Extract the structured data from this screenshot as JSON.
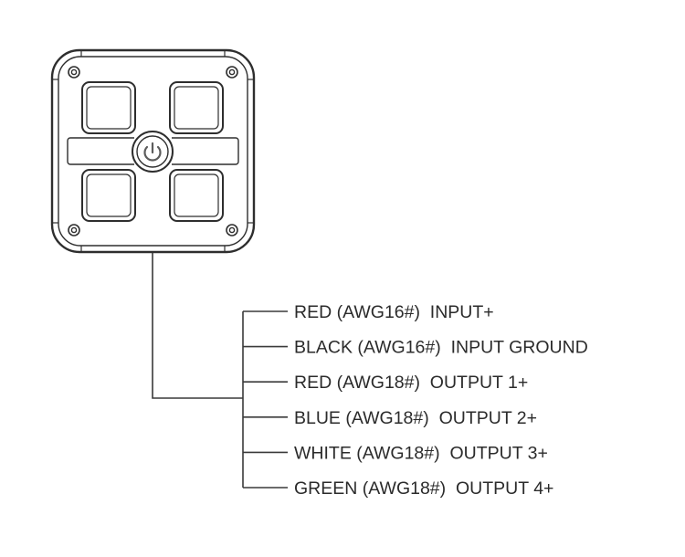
{
  "diagram": {
    "device": {
      "name": "4-button switch panel",
      "buttons": [
        "button-1",
        "button-2",
        "button-3",
        "button-4"
      ],
      "center_icon": "power-icon",
      "screws": 4
    },
    "wires": [
      {
        "color": "RED",
        "gauge": "(AWG16#)",
        "function": "INPUT+",
        "label": "RED (AWG16#)  INPUT+"
      },
      {
        "color": "BLACK",
        "gauge": "(AWG16#)",
        "function": "INPUT GROUND",
        "label": "BLACK (AWG16#)  INPUT GROUND"
      },
      {
        "color": "RED",
        "gauge": "(AWG18#)",
        "function": "OUTPUT 1+",
        "label": "RED (AWG18#)  OUTPUT 1+"
      },
      {
        "color": "BLUE",
        "gauge": "(AWG18#)",
        "function": "OUTPUT 2+",
        "label": "BLUE (AWG18#)  OUTPUT 2+"
      },
      {
        "color": "WHITE",
        "gauge": "(AWG18#)",
        "function": "OUTPUT 3+",
        "label": "WHITE (AWG18#)  OUTPUT 3+"
      },
      {
        "color": "GREEN",
        "gauge": "(AWG18#)",
        "function": "OUTPUT 4+",
        "label": "GREEN (AWG18#)  OUTPUT 4+"
      }
    ],
    "colors": {
      "line": "#333333",
      "text": "#2b2b2b",
      "power_icon": "#666666",
      "background": "#ffffff"
    }
  }
}
